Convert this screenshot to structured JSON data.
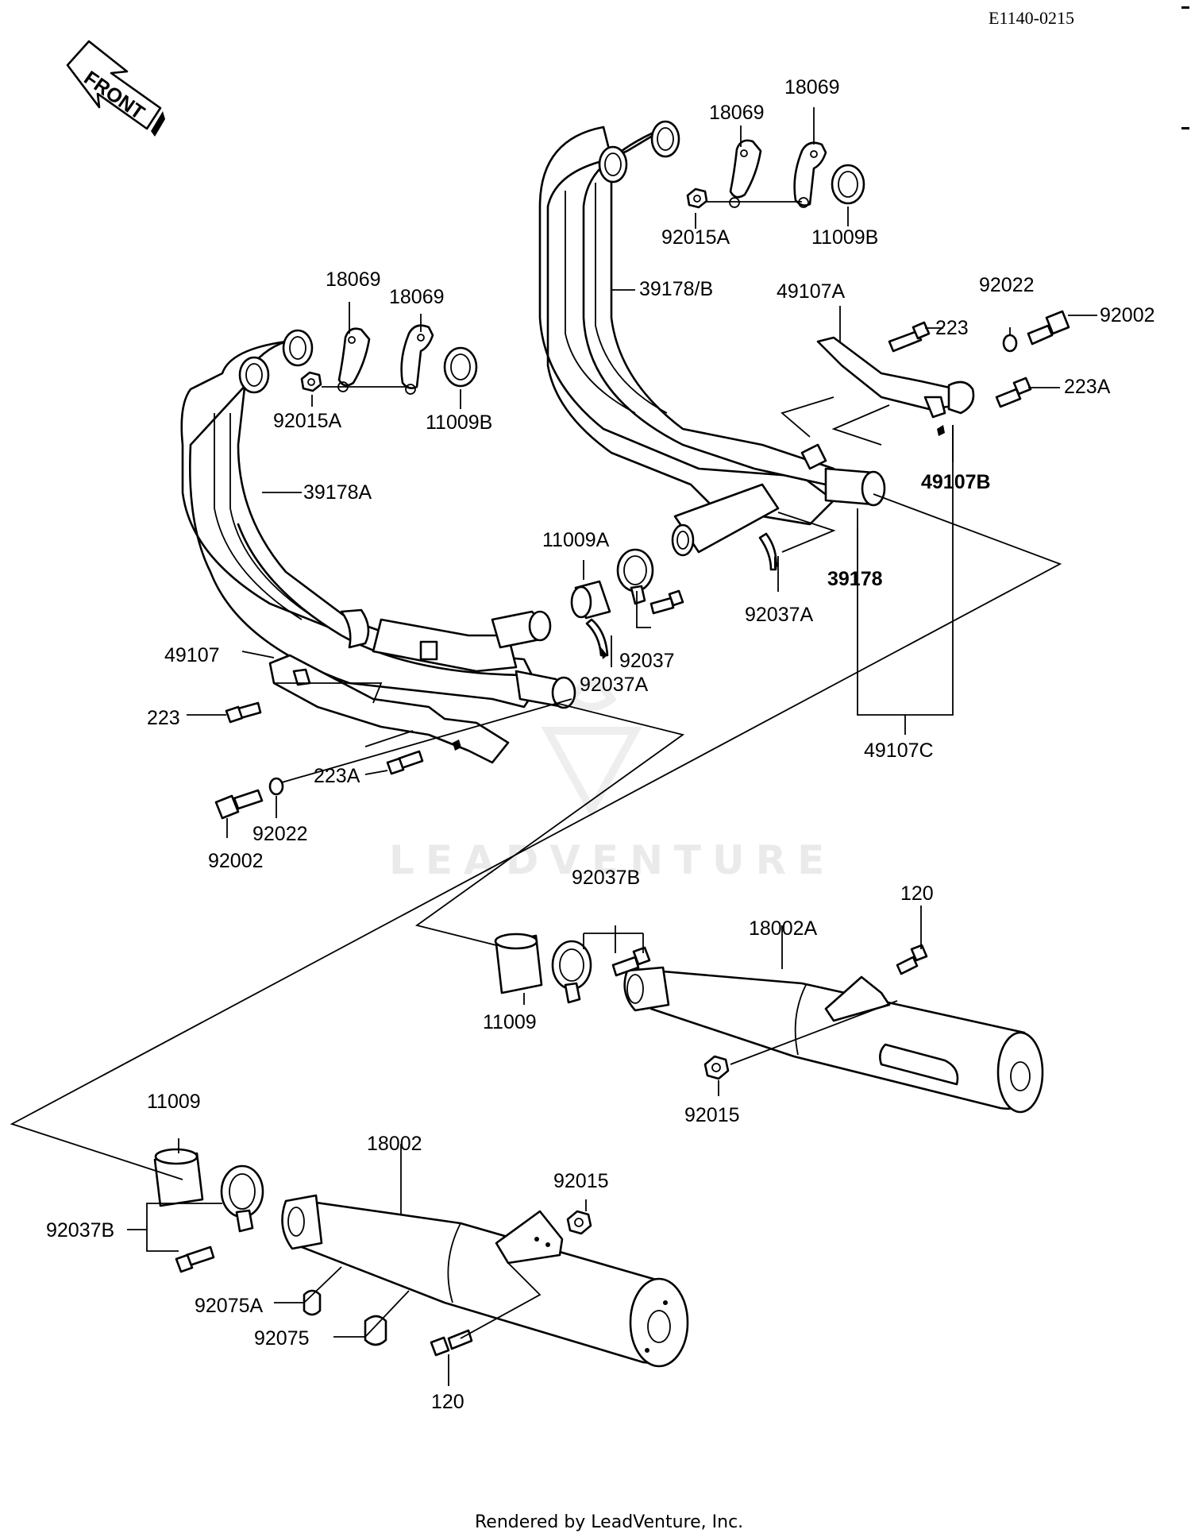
{
  "diagram_code": "E1140-0215",
  "front_arrow_label": "FRONT",
  "watermark": "LEADVENTURE",
  "footer": "Rendered by LeadVenture, Inc.",
  "labels": {
    "p18069_r1": "18069",
    "p18069_r2": "18069",
    "p92015A_r": "92015A",
    "p11009B_r": "11009B",
    "p39178B": "39178/B",
    "p49107A": "49107A",
    "p92022_r": "92022",
    "p92002_r": "92002",
    "p223_r": "223",
    "p223A_r": "223A",
    "p49107B": "49107B",
    "p39178": "39178",
    "p92037A_r": "92037A",
    "p49107C": "49107C",
    "p18069_l1": "18069",
    "p18069_l2": "18069",
    "p92015A_l": "92015A",
    "p11009B_l": "11009B",
    "p39178A": "39178A",
    "p11009A": "11009A",
    "p92037": "92037",
    "p92037A_l": "92037A",
    "p49107": "49107",
    "p223_l": "223",
    "p223A_l": "223A",
    "p92022_l": "92022",
    "p92002_l": "92002",
    "p92037B_u": "92037B",
    "p120_u": "120",
    "p18002A": "18002A",
    "p11009_u": "11009",
    "p92015_u": "92015",
    "p11009_l": "11009",
    "p18002": "18002",
    "p92015_l": "92015",
    "p92037B_l": "92037B",
    "p92075A": "92075A",
    "p92075": "92075",
    "p120_l": "120"
  }
}
